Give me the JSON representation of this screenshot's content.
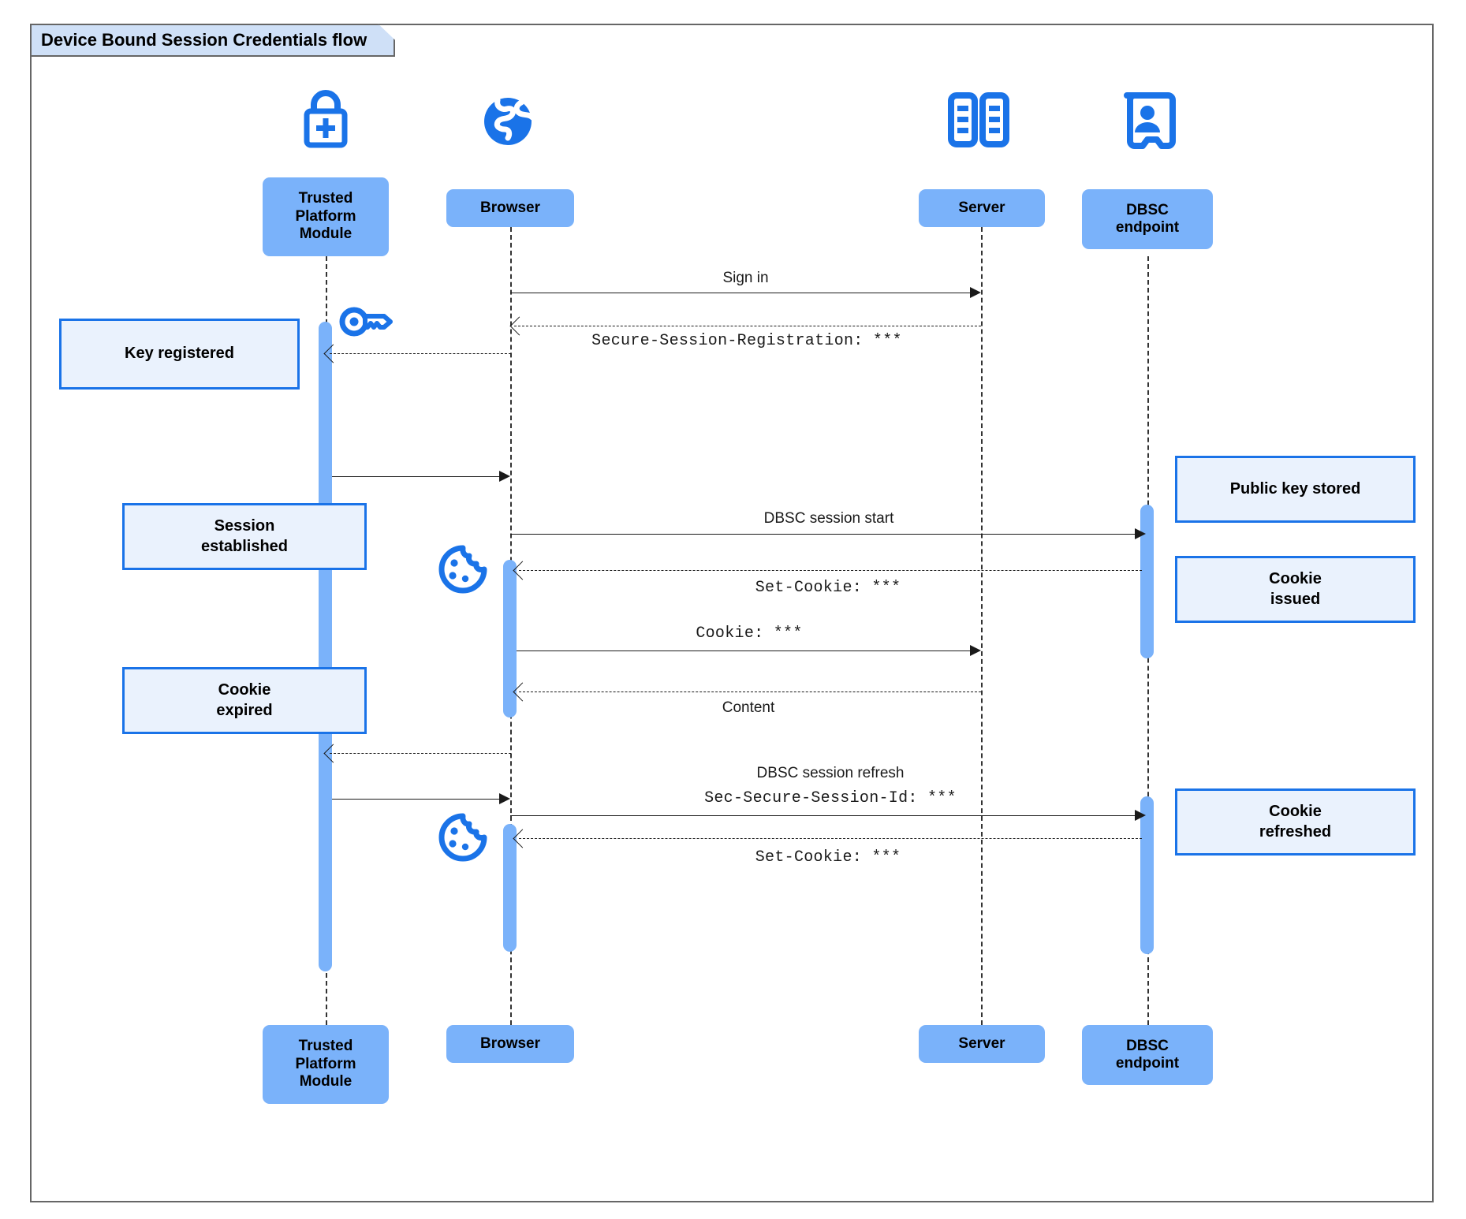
{
  "diagram": {
    "title": "Device Bound Session Credentials flow",
    "type": "uml-sequence-diagram",
    "colors": {
      "participant_fill": "#7ab2fa",
      "note_fill": "#eaf2fd",
      "note_border": "#1a73e8",
      "icon_blue": "#1a73e8",
      "frame_tab_fill": "#cfe0f7",
      "lifeline": "#333333",
      "message": "#1a1a1a"
    }
  },
  "participants": [
    {
      "id": "tpm",
      "label": "Trusted\nPlatform\nModule",
      "icon": "padlock-plus-icon"
    },
    {
      "id": "browser",
      "label": "Browser",
      "icon": "globe-icon"
    },
    {
      "id": "server",
      "label": "Server",
      "icon": "server-rack-icon"
    },
    {
      "id": "dbsc",
      "label": "DBSC\nendpoint",
      "icon": "id-badge-icon"
    }
  ],
  "participants_bottom": [
    {
      "id": "tpm",
      "label": "Trusted\nPlatform\nModule"
    },
    {
      "id": "browser",
      "label": "Browser"
    },
    {
      "id": "server",
      "label": "Server"
    },
    {
      "id": "dbsc",
      "label": "DBSC\nendpoint"
    }
  ],
  "messages": [
    {
      "id": "m1",
      "from": "browser",
      "to": "server",
      "label": "Sign in",
      "style": "solid",
      "font": "sans"
    },
    {
      "id": "m2",
      "from": "server",
      "to": "browser",
      "label": "Secure-Session-Registration: ***",
      "style": "dashed",
      "font": "mono"
    },
    {
      "id": "m3",
      "from": "tpm",
      "to": "browser",
      "label": "",
      "style": "solid",
      "font": "sans"
    },
    {
      "id": "m4",
      "from": "browser",
      "to": "dbsc",
      "label": "DBSC session start",
      "style": "solid",
      "font": "sans"
    },
    {
      "id": "m5",
      "from": "dbsc",
      "to": "browser",
      "label": "Set-Cookie: ***",
      "style": "dashed",
      "font": "mono"
    },
    {
      "id": "m6",
      "from": "browser",
      "to": "server",
      "label": "Cookie: ***",
      "style": "solid",
      "font": "mono"
    },
    {
      "id": "m7",
      "from": "server",
      "to": "browser",
      "label": "Content",
      "style": "dashed",
      "font": "sans"
    },
    {
      "id": "m8",
      "from": "browser",
      "to": "tpm",
      "label": "",
      "style": "dashed",
      "font": "sans"
    },
    {
      "id": "m9",
      "from": "tpm",
      "to": "dbsc",
      "label_line1": "DBSC session refresh",
      "label_line2": "Sec-Secure-Session-Id: ***",
      "style": "solid",
      "font": "mixed"
    },
    {
      "id": "m10",
      "from": "dbsc",
      "to": "browser",
      "label": "Set-Cookie: ***",
      "style": "dashed",
      "font": "mono"
    }
  ],
  "notes": [
    {
      "id": "n1",
      "text": "Key registered",
      "side": "left",
      "attached_to": "tpm"
    },
    {
      "id": "n2",
      "text": "Session\nestablished",
      "side": "left",
      "attached_to": "tpm"
    },
    {
      "id": "n3",
      "text": "Cookie\nexpired",
      "side": "left",
      "attached_to": "tpm"
    },
    {
      "id": "n4",
      "text": "Public key stored",
      "side": "right",
      "attached_to": "dbsc"
    },
    {
      "id": "n5",
      "text": "Cookie\nissued",
      "side": "right",
      "attached_to": "dbsc"
    },
    {
      "id": "n6",
      "text": "Cookie\nrefreshed",
      "side": "right",
      "attached_to": "dbsc"
    }
  ],
  "inline_icons": [
    {
      "id": "i1",
      "name": "key-icon",
      "near": "tpm-activation"
    },
    {
      "id": "i2",
      "name": "cookie-icon",
      "near": "browser-activation-1"
    },
    {
      "id": "i3",
      "name": "cookie-icon",
      "near": "browser-activation-2"
    }
  ]
}
